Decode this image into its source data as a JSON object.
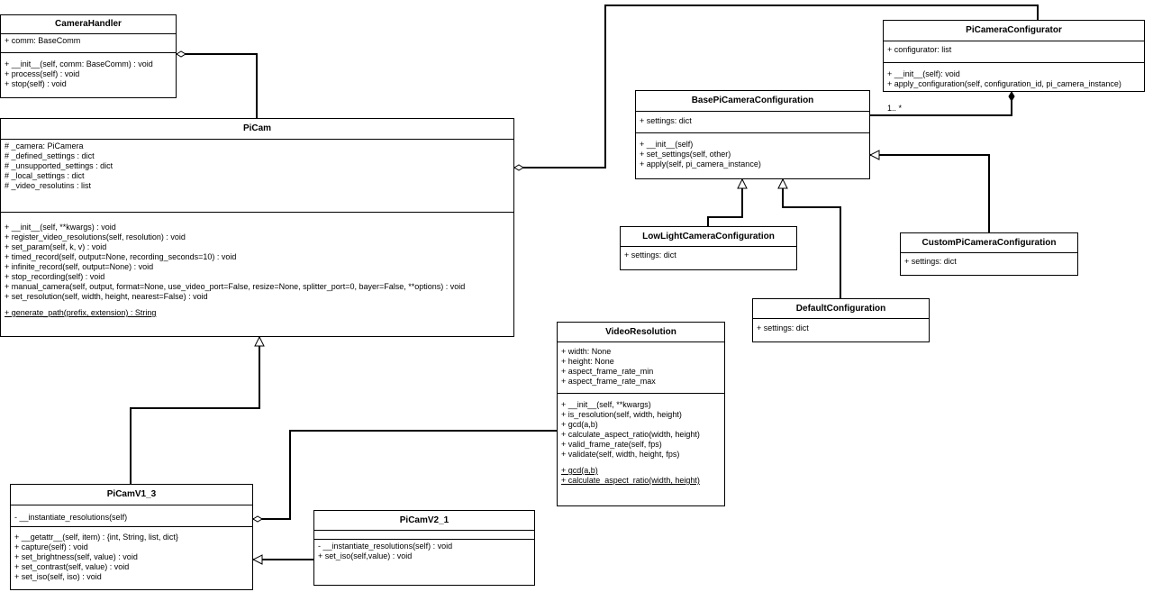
{
  "classes": {
    "camera_handler": {
      "name": "CameraHandler",
      "attributes": [
        "+ comm: BaseComm"
      ],
      "methods": [
        "+ __init__(self, comm: BaseComm) : void",
        "+ process(self) : void",
        "+ stop(self) : void"
      ]
    },
    "picam": {
      "name": "PiCam",
      "attributes": [
        "# _camera: PiCamera",
        "# _defined_settings : dict",
        "# _unsupported_settings : dict",
        "# _local_settings : dict",
        "# _video_resolutins : list"
      ],
      "methods": [
        "+ __init__(self, **kwargs) : void",
        "+ register_video_resolutions(self, resolution) : void",
        "+ set_param(self, k, v) : void",
        "+ timed_record(self, output=None, recording_seconds=10) : void",
        "+ infinite_record(self, output=None) : void",
        "+ stop_recording(self) : void",
        "+ manual_camera(self, output, format=None, use_video_port=False, resize=None, splitter_port=0, bayer=False, **options) : void",
        "+ set_resolution(self, width, height, nearest=False) : void"
      ],
      "static_methods": [
        "+ generate_path(prefix, extension) : String"
      ]
    },
    "picamera_configurator": {
      "name": "PiCameraConfigurator",
      "attributes": [
        "+ configurator: list"
      ],
      "methods": [
        "+ __init__(self): void",
        "+ apply_configuration(self, configuration_id, pi_camera_instance)"
      ]
    },
    "base_config": {
      "name": "BasePiCameraConfiguration",
      "attributes": [
        "+ settings: dict"
      ],
      "methods": [
        "+ __init__(self)",
        "+ set_settings(self, other)",
        "+ apply(self, pi_camera_instance)"
      ]
    },
    "lowlight_config": {
      "name": "LowLightCameraConfiguration",
      "attributes": [
        "+ settings: dict"
      ]
    },
    "custom_config": {
      "name": "CustomPiCameraConfiguration",
      "attributes": [
        "+ settings: dict"
      ]
    },
    "default_config": {
      "name": "DefaultConfiguration",
      "attributes": [
        "+ settings: dict"
      ]
    },
    "video_resolution": {
      "name": "VideoResolution",
      "attributes": [
        "+ width: None",
        "+ height: None",
        "+ aspect_frame_rate_min",
        "+ aspect_frame_rate_max"
      ],
      "methods": [
        "+ __init__(self, **kwargs)",
        "+ is_resolution(self, width, height)",
        "+ gcd(a,b)",
        "+ calculate_aspect_ratio(width, height)",
        "+ valid_frame_rate(self, fps)",
        "+ validate(self, width, height, fps)"
      ],
      "static_methods": [
        "+ gcd(a,b)",
        "+ calculate_aspect_ratio(width, height)"
      ]
    },
    "picam_v1_3": {
      "name": "PiCamV1_3",
      "private_methods": [
        "- __instantiate_resolutions(self)"
      ],
      "methods": [
        "+ __getattr__(self, item) : {int, String, list, dict}",
        "+ capture(self) : void",
        "+ set_brightness(self, value) : void",
        "+ set_contrast(self, value) : void",
        "+ set_iso(self, iso) : void"
      ]
    },
    "picam_v2_1": {
      "name": "PiCamV2_1",
      "methods": [
        "-  __instantiate_resolutions(self) : void",
        "+ set_iso(self,value) : void"
      ]
    }
  },
  "multiplicity": "1.. *"
}
